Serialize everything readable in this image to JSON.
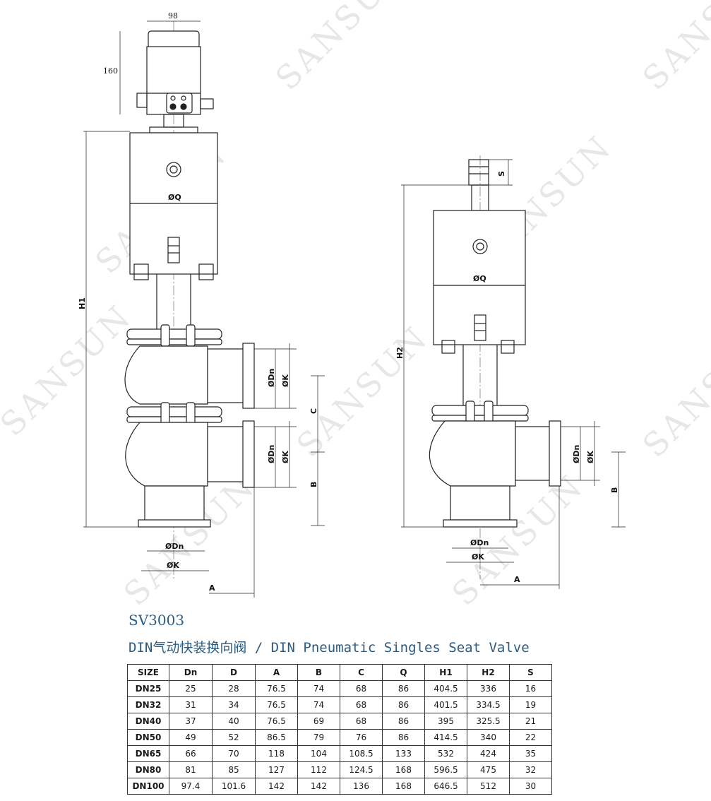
{
  "drawing": {
    "watermark": "SANSUN",
    "left_view": {
      "dim_top_width": "98",
      "dim_actuator_height": "160",
      "dim_cylinder": "ØQ",
      "dim_total_height": "H1",
      "dim_upper_port_dn": "ØDn",
      "dim_upper_port_k": "ØK",
      "dim_lower_port_dn": "ØDn",
      "dim_lower_port_k": "ØK",
      "dim_c": "C",
      "dim_b": "B",
      "dim_bottom_dn": "ØDn",
      "dim_bottom_k": "ØK",
      "dim_a": "A"
    },
    "right_view": {
      "dim_stroke": "S",
      "dim_cylinder": "ØQ",
      "dim_total_height": "H2",
      "dim_port_dn": "ØDn",
      "dim_port_k": "ØK",
      "dim_b": "B",
      "dim_bottom_dn": "ØDn",
      "dim_bottom_k": "ØK",
      "dim_a": "A"
    }
  },
  "product": {
    "model": "SV3003",
    "subtitle": "DIN气动快装换向阀 / DIN Pneumatic Singles Seat Valve"
  },
  "table": {
    "headers": [
      "SIZE",
      "Dn",
      "D",
      "A",
      "B",
      "C",
      "Q",
      "H1",
      "H2",
      "S"
    ],
    "rows": [
      [
        "DN25",
        "25",
        "28",
        "76.5",
        "74",
        "68",
        "86",
        "404.5",
        "336",
        "16"
      ],
      [
        "DN32",
        "31",
        "34",
        "76.5",
        "74",
        "68",
        "86",
        "401.5",
        "334.5",
        "19"
      ],
      [
        "DN40",
        "37",
        "40",
        "76.5",
        "69",
        "68",
        "86",
        "395",
        "325.5",
        "21"
      ],
      [
        "DN50",
        "49",
        "52",
        "86.5",
        "79",
        "76",
        "86",
        "414.5",
        "340",
        "22"
      ],
      [
        "DN65",
        "66",
        "70",
        "118",
        "104",
        "108.5",
        "133",
        "532",
        "424",
        "35"
      ],
      [
        "DN80",
        "81",
        "85",
        "127",
        "112",
        "124.5",
        "168",
        "596.5",
        "475",
        "32"
      ],
      [
        "DN100",
        "97.4",
        "101.6",
        "142",
        "142",
        "136",
        "168",
        "646.5",
        "512",
        "30"
      ]
    ]
  }
}
